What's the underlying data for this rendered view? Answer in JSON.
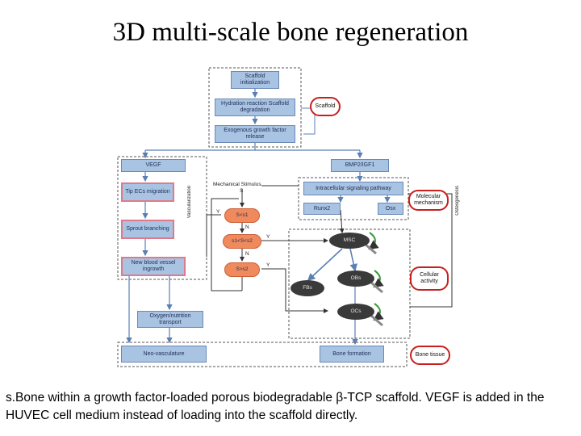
{
  "title": "3D multi-scale bone regeneration",
  "diagram": {
    "nodes": {
      "scaffold_init": "Scaffold initialization",
      "hydration": "Hydration reaction Scaffold degradation",
      "growth_release": "Exogenous growth factor release",
      "vegf": "VEGF",
      "bmp": "BMP2/IGF1",
      "tip_ecs": "Tip ECs migration",
      "sprout": "Sprout branching",
      "new_vessel": "New blood vessel ingrowth",
      "mech_stim": "Mechanical Stimulus",
      "s_sym": "S",
      "cond1": "S<s1",
      "cond2": "s1<S<s2",
      "cond3": "S>s2",
      "intracellular": "Intracellular signaling pathway",
      "runx2": "Runx2",
      "osx": "Osx",
      "msc": "MSC",
      "obs": "OBs",
      "fbs": "FBs",
      "ocs": "OCs",
      "oxygen": "Oxygen/nutrition transport",
      "neo": "Neo-vasculature",
      "bone_formation": "Bone formation",
      "yes1": "Y",
      "no1": "N",
      "yes2": "Y",
      "no2": "N",
      "yes3": "Y"
    },
    "tags": {
      "scaffold": "Scaffold",
      "molecular": "Molecular mechanism",
      "cellular": "Cellular activity",
      "bone_tissue": "Bone tissue"
    },
    "side_labels": {
      "left": "Vascularization",
      "right": "Osteogenesis"
    },
    "colors": {
      "box_fill": "#a9c3e3",
      "box_border": "#6a89b5",
      "highlight_border": "#e07a8a",
      "tag_border": "#c81e1e",
      "cell_fill": "#3a3a3a",
      "arrow": "#5a7fb5"
    }
  },
  "caption": "s.Bone within a growth factor-loaded porous biodegradable β-TCP scaffold. VEGF is added in the HUVEC cell medium instead of loading into the scaffold directly."
}
